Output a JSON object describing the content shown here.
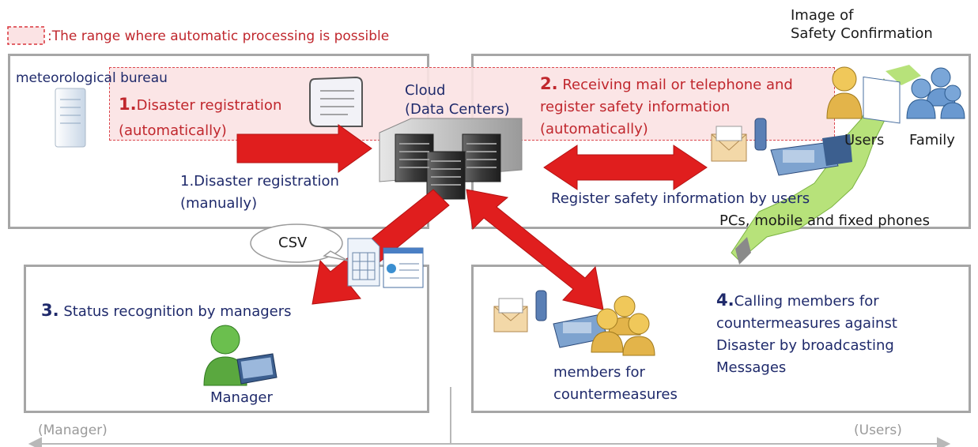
{
  "legend": {
    "text": ":The range where automatic processing is possible"
  },
  "image_caption": {
    "line1": "Image of",
    "line2": "Safety Confirmation"
  },
  "met_box": {
    "title": "meteorological bureau"
  },
  "auto_range": {
    "step1_num": "1.",
    "step1_text": "Disaster registration",
    "step1_sub": "(automatically)",
    "step2_num": "2.",
    "step2_line1": "Receiving mail or telephone and",
    "step2_line2": "register safety information",
    "step2_sub": "(automatically)"
  },
  "cloud": {
    "line1": "Cloud",
    "line2": "(Data Centers)"
  },
  "manual": {
    "line1": "1.Disaster registration",
    "line2": "(manually)"
  },
  "users_panel": {
    "users_label": "Users",
    "family_label": "Family",
    "register_label": "Register safety information by users",
    "devices_label": "PCs, mobile and fixed phones"
  },
  "csv": {
    "label": "CSV"
  },
  "manager_box": {
    "num": "3.",
    "text": "Status recognition by managers",
    "manager_label": "Manager"
  },
  "calling_box": {
    "num": "4.",
    "line1": "Calling members for",
    "line2": "countermeasures against",
    "line3": "Disaster by broadcasting",
    "line4": "Messages",
    "members_line1": "members for",
    "members_line2": "countermeasures"
  },
  "axis": {
    "left_label": "(Manager)",
    "right_label": "(Users)"
  },
  "colors": {
    "arrow_red": "#e01e1e",
    "navy_text": "#1f2a6b",
    "red_text": "#c0272d",
    "auto_fill": "#fbe3e4",
    "box_border": "#a6a6a6"
  }
}
